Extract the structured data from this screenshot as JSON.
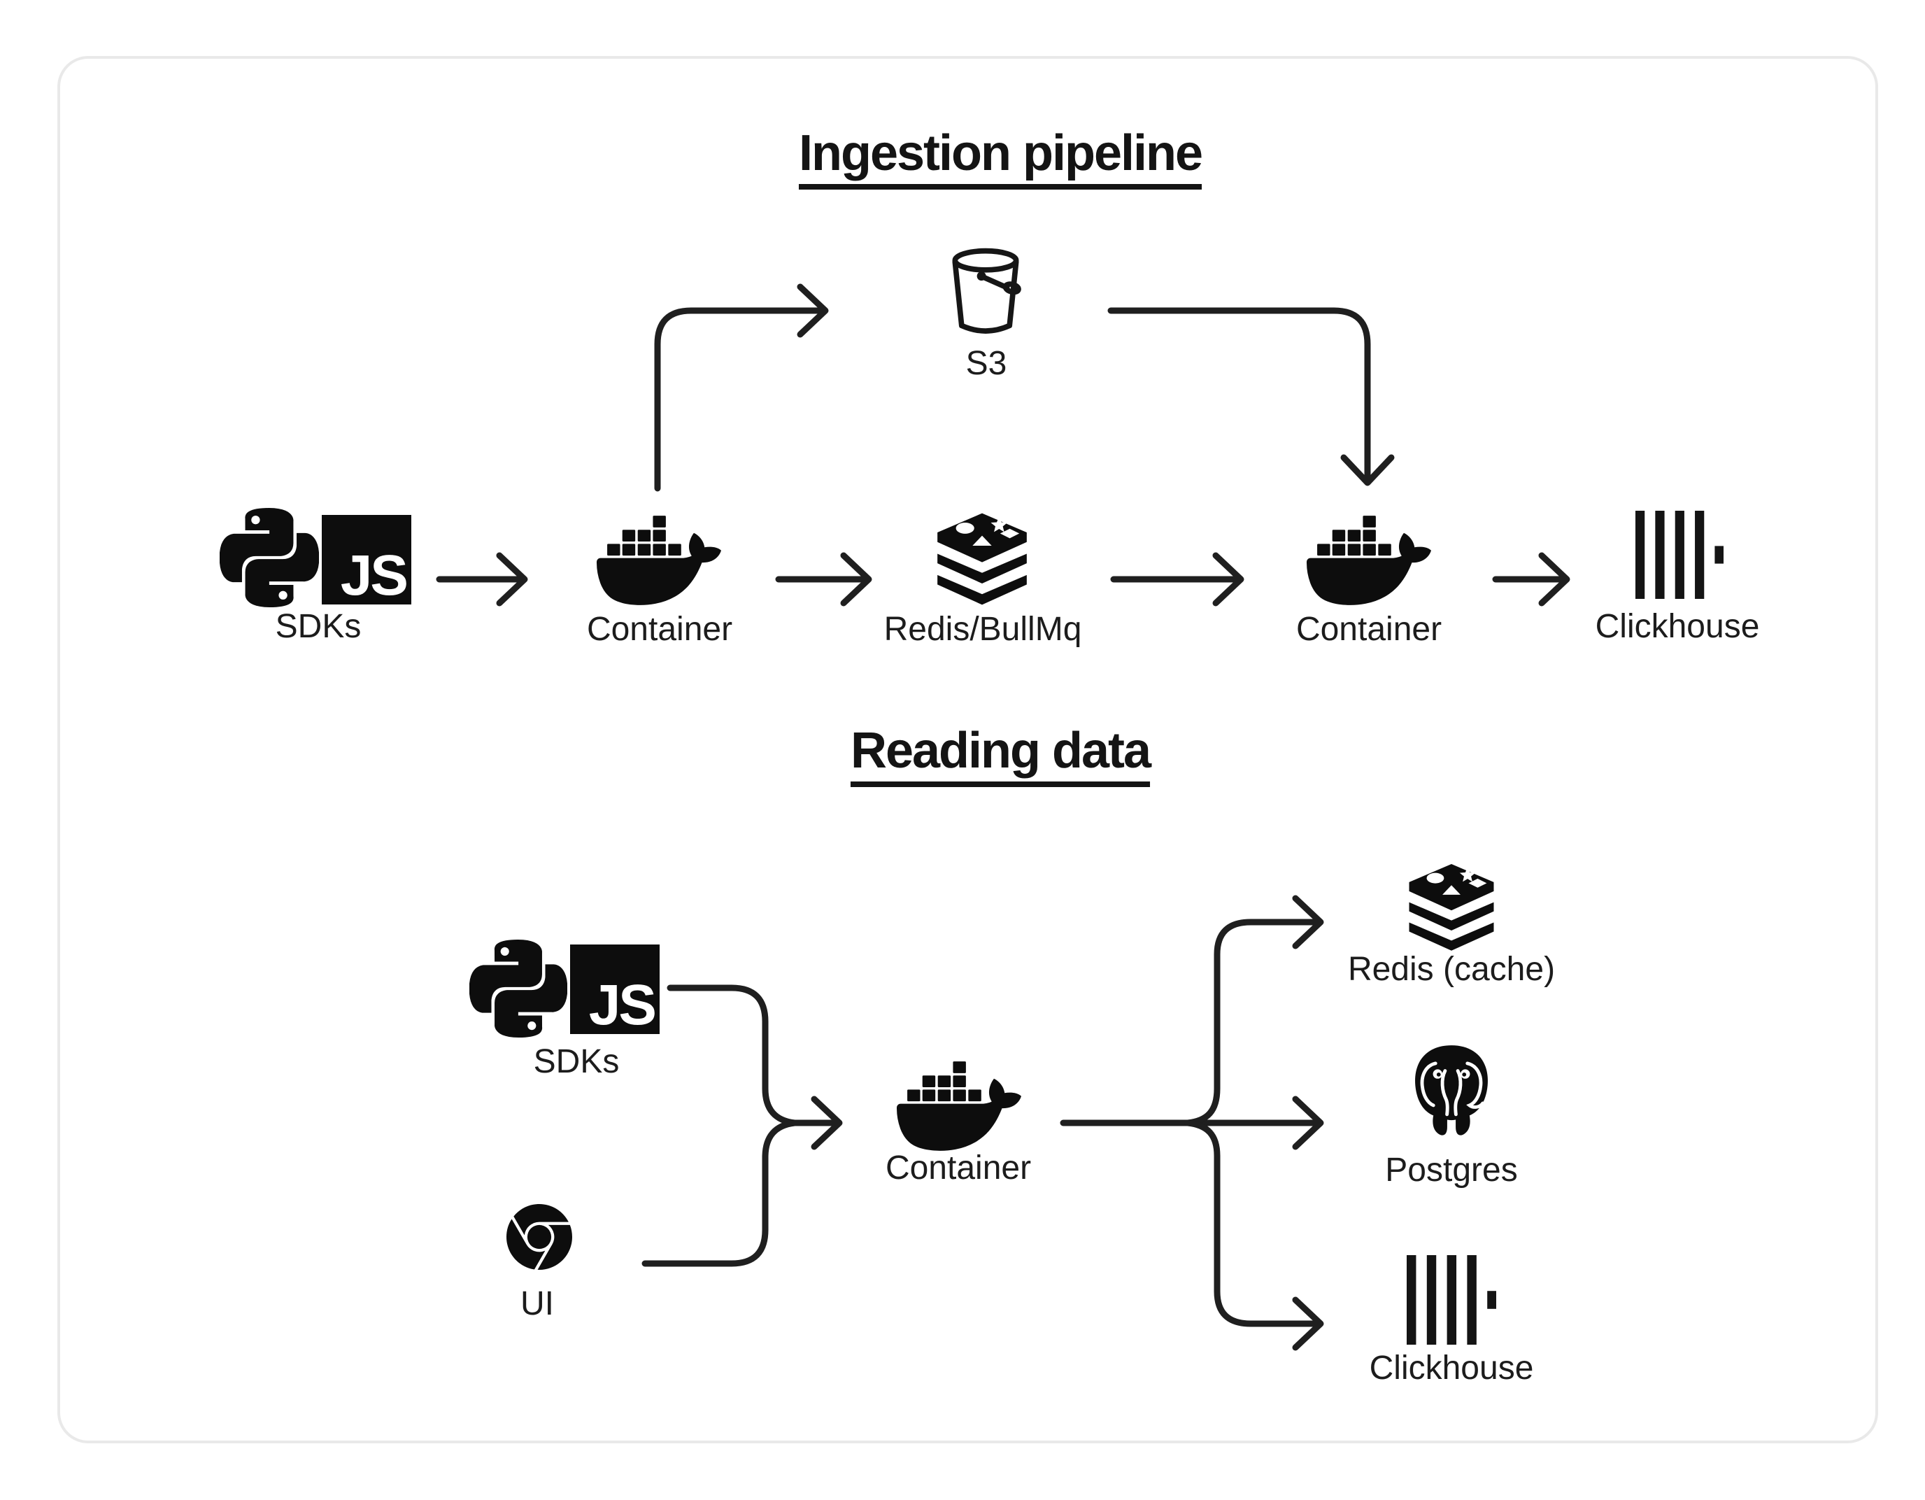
{
  "s1": {
    "title": "Ingestion pipeline",
    "sdks_label": "SDKs",
    "container_in_label": "Container",
    "queue_label": "Redis/BullMq",
    "container_out_label": "Container",
    "clickhouse_label": "Clickhouse",
    "s3_label": "S3"
  },
  "s2": {
    "title": "Reading data",
    "sdks_label": "SDKs",
    "ui_label": "UI",
    "container_label": "Container",
    "redis_cache_label": "Redis (cache)",
    "postgres_label": "Postgres",
    "clickhouse_label": "Clickhouse"
  },
  "logo_js_text": "JS",
  "colors": {
    "ink": "#1f1f1f",
    "card_border": "#e9e9e9",
    "background": "#ffffff"
  }
}
